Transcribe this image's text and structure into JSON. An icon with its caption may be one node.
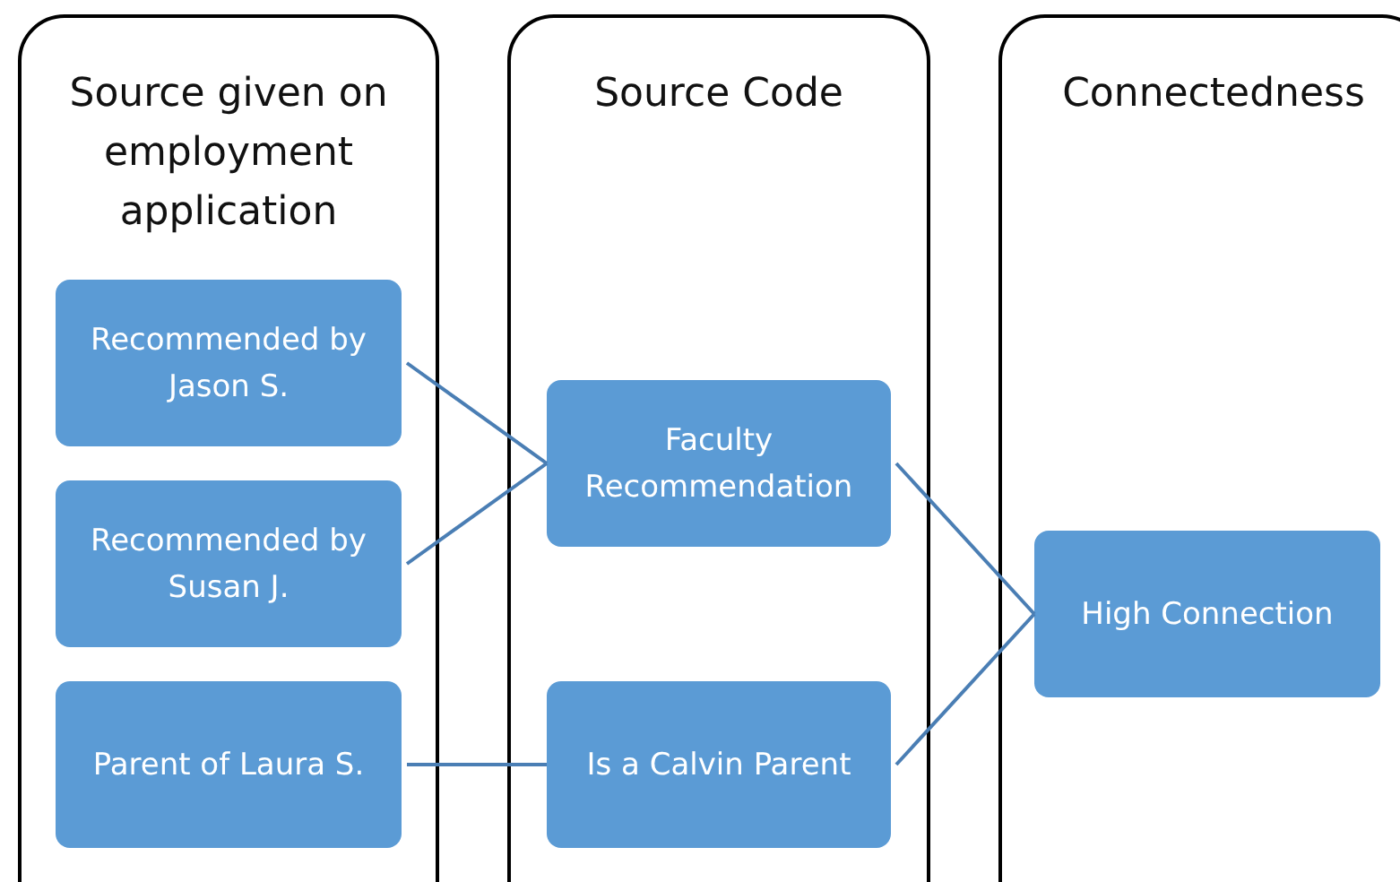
{
  "diagram": {
    "nodes": [
      {
        "text": [
          "Source given on employment application"
        ]
      },
      {
        "text": [
          "Source Code"
        ]
      },
      {
        "text": [
          "Connectedness"
        ]
      },
      {
        "text": [
          "Recommended by Jason S."
        ],
        "in": 0
      },
      {
        "text": [
          "Recommended by Susan J."
        ],
        "in": 0
      },
      {
        "text": [
          "Parent of Laura S."
        ],
        "in": 0
      },
      {
        "text": [
          "Faculty Recommendation"
        ],
        "in": 1
      },
      {
        "text": [
          "Is a Calvin Parent"
        ],
        "in": 1
      },
      {
        "text": [
          "High Connection"
        ],
        "in": 2
      }
    ],
    "edges": [
      {
        "from": 3,
        "to": 6,
        "arrow": "none"
      },
      {
        "from": 4,
        "to": 6,
        "arrow": "none"
      },
      {
        "from": 5,
        "to": 7,
        "arrow": "none"
      },
      {
        "from": 6,
        "to": 8,
        "arrow": "none"
      },
      {
        "from": 7,
        "to": 8,
        "arrow": "none"
      }
    ]
  }
}
